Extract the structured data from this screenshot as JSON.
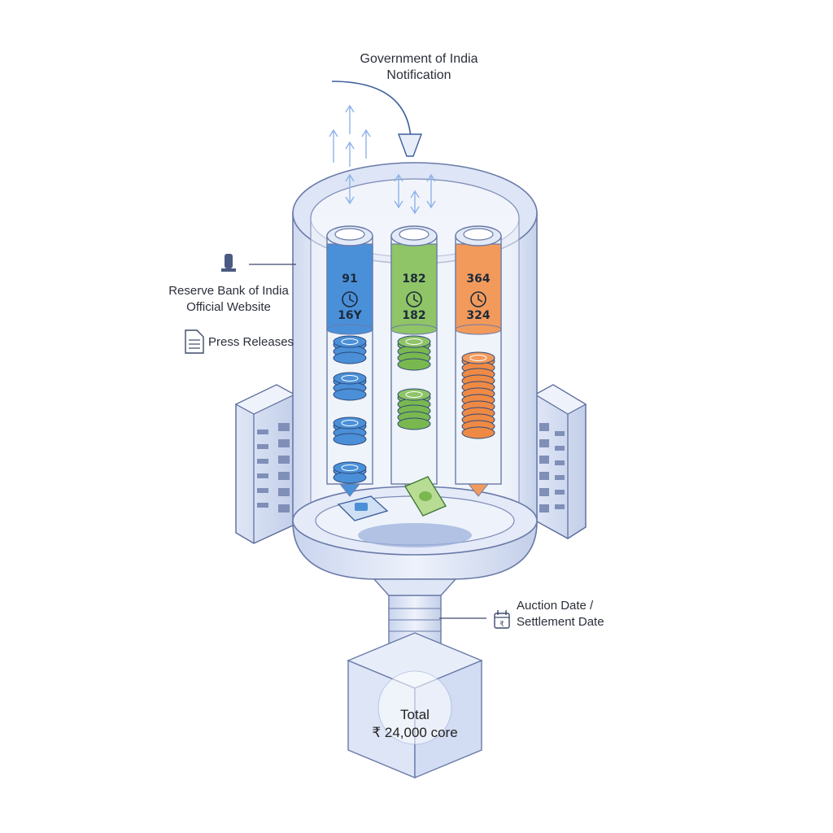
{
  "header": {
    "line1": "Government of India",
    "line2": "Notification"
  },
  "left_panel": {
    "rbi_line1": "Reserve Bank of India",
    "rbi_line2": "Official Website",
    "press": "Press Releases",
    "icons": [
      "emblem-icon",
      "document-icon"
    ]
  },
  "tubes": [
    {
      "top": "91",
      "bottom": "16Y",
      "color": "#4a90d9",
      "coin": "#4a8fd8"
    },
    {
      "top": "182",
      "bottom": "182",
      "color": "#8fc467",
      "coin": "#79b84f"
    },
    {
      "top": "364",
      "bottom": "324",
      "color": "#f29a5c",
      "coin": "#ef8a45"
    }
  ],
  "dates": {
    "line1": "Auction Date /",
    "line2": "Settlement Date",
    "icon": "calendar-icon"
  },
  "total": {
    "line1": "Total",
    "line2": "₹ 24,000 core"
  }
}
